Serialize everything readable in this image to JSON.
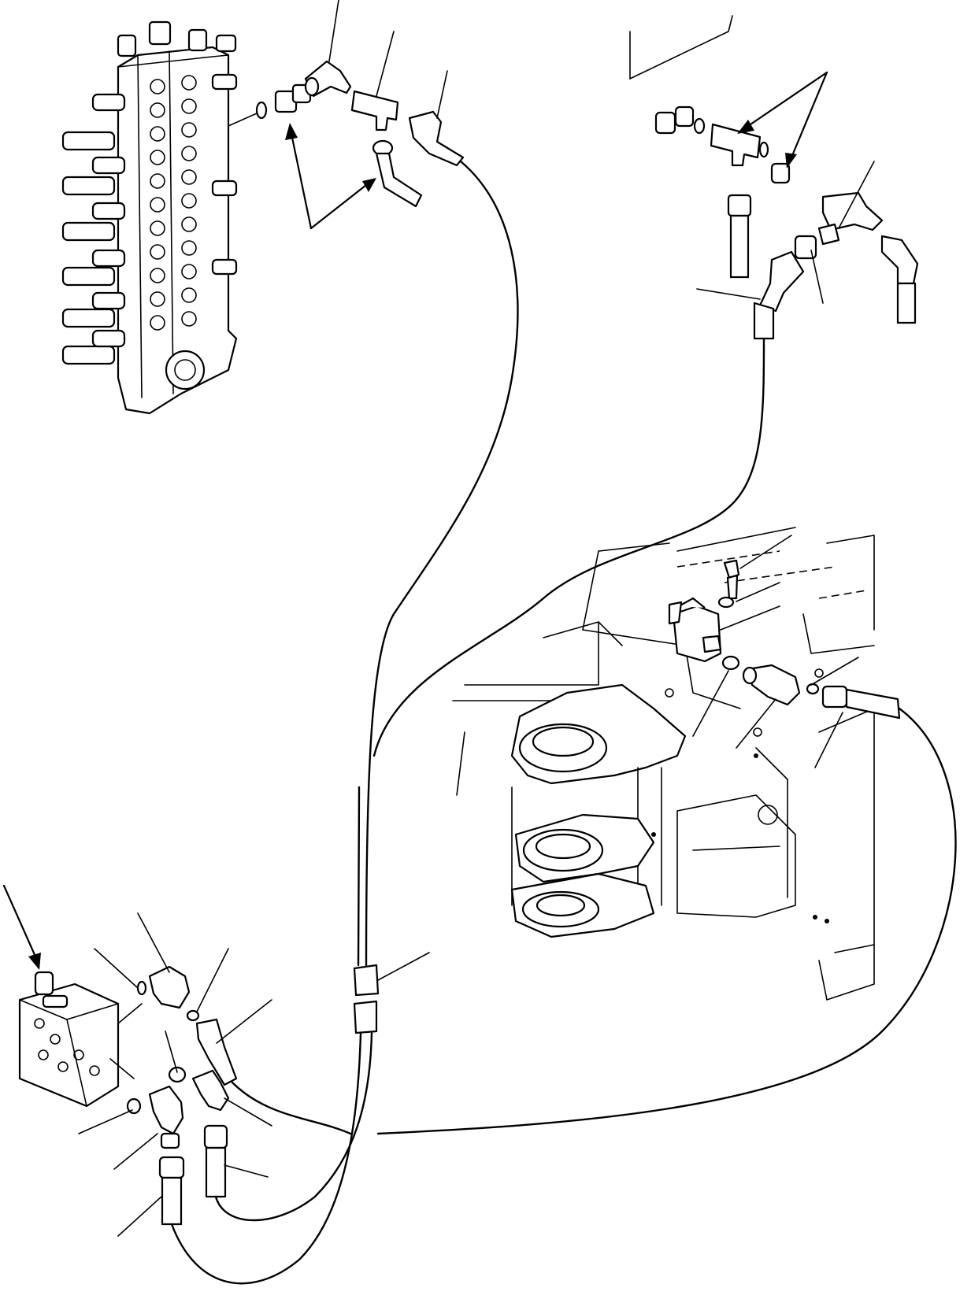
{
  "figure": {
    "kind": "exploded hydraulic piping diagram without printed text",
    "line_color": "#000000",
    "background_color": "#ffffff"
  },
  "assemblies": [
    {
      "name": "control-valve",
      "visible": true
    },
    {
      "name": "upper-fitting-group",
      "visible": true
    },
    {
      "name": "right-tee-fitting-group",
      "visible": true
    },
    {
      "name": "boom-foot-valve-group",
      "visible": true
    },
    {
      "name": "lower-left-valve-block",
      "visible": true
    },
    {
      "name": "hose-protector-sleeve",
      "visible": true
    }
  ]
}
